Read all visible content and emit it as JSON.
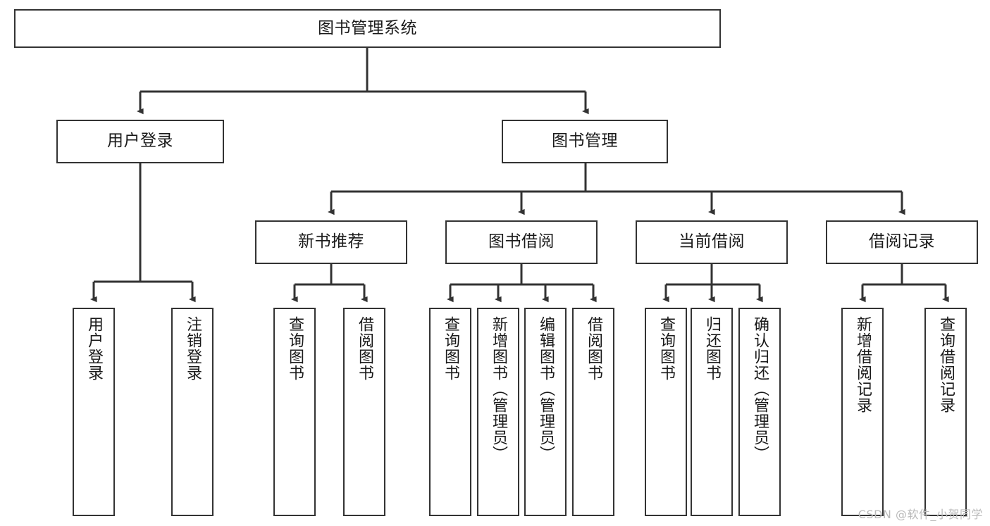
{
  "diagram": {
    "title": "图书管理系统",
    "watermark": "CSDN @软件_小贺同学",
    "edge_color": "#333333",
    "node_border_color": "#333333",
    "node_fill_color": "#ffffff",
    "text_color": "#1a1a1a"
  },
  "nodes": {
    "root": {
      "label": "图书管理系统"
    },
    "level2": [
      {
        "label": "用户登录"
      },
      {
        "label": "图书管理"
      }
    ],
    "level3": [
      {
        "label": "新书推荐"
      },
      {
        "label": "图书借阅"
      },
      {
        "label": "当前借阅"
      },
      {
        "label": "借阅记录"
      }
    ],
    "leaves_user_login": [
      {
        "label": "用户登录"
      },
      {
        "label": "注销登录"
      }
    ],
    "leaves_new_books": [
      {
        "label": "查询图书"
      },
      {
        "label": "借阅图书"
      }
    ],
    "leaves_borrow": [
      {
        "label": "查询图书"
      },
      {
        "label": "新增图书（管理员）"
      },
      {
        "label": "编辑图书（管理员）"
      },
      {
        "label": "借阅图书"
      }
    ],
    "leaves_current": [
      {
        "label": "查询图书"
      },
      {
        "label": "归还图书"
      },
      {
        "label": "确认归还（管理员）"
      }
    ],
    "leaves_records": [
      {
        "label": "新增借阅记录"
      },
      {
        "label": "查询借阅记录"
      }
    ]
  }
}
